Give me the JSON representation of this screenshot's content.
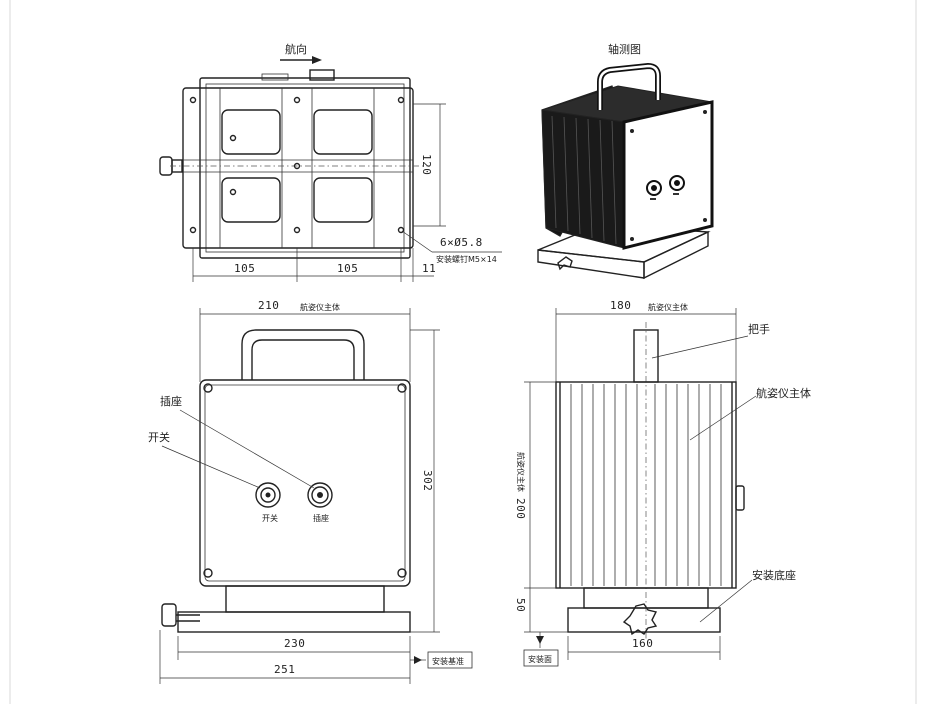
{
  "views": {
    "top": {
      "direction_label": "航向",
      "dim_width_left": "105",
      "dim_width_right": "105",
      "dim_edge": "11",
      "dim_height": "120",
      "hole_label": "6×Ø5.8",
      "hole_note": "安装螺钉M5×14"
    },
    "axonometric": {
      "title": "轴测图"
    },
    "front": {
      "dim_top": "210",
      "dim_top_note": "航姿仪主体",
      "dim_height": "302",
      "dim_base": "230",
      "dim_total": "251",
      "socket_label": "插座",
      "switch_label": "开关",
      "switch_tag": "开关",
      "socket_tag": "插座",
      "datum_label": "安装基准"
    },
    "side": {
      "dim_top": "180",
      "dim_top_note": "航姿仪主体",
      "dim_body": "200",
      "dim_body_note": "航姿仪主体",
      "dim_base_h": "50",
      "dim_base": "160",
      "handle_label": "把手",
      "body_label": "航姿仪主体",
      "base_label": "安装底座",
      "mount_label": "安装面"
    }
  }
}
